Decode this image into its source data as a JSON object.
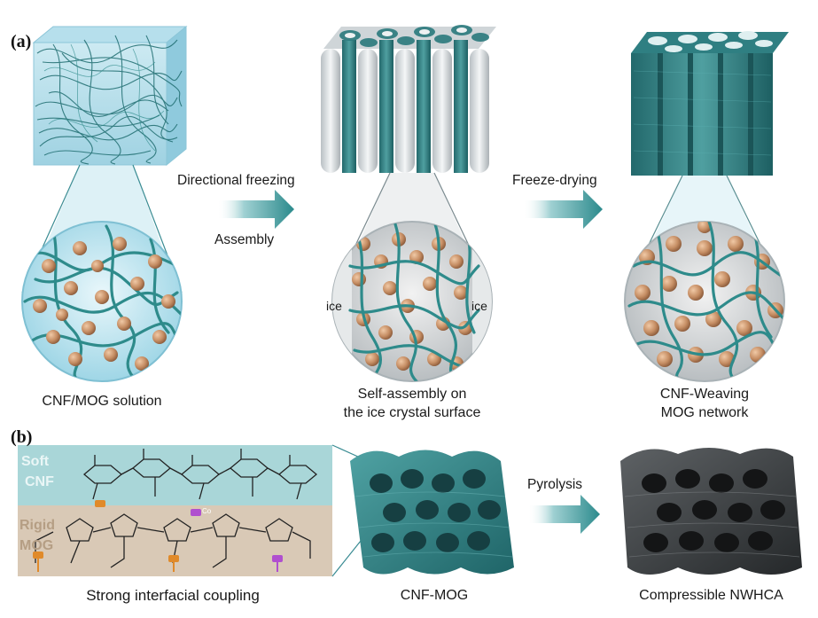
{
  "panel_a": {
    "label": "(a)",
    "arrow1_top": "Directional freezing",
    "arrow1_bottom": "Assembly",
    "arrow2_top": "Freeze-drying",
    "ice_left": "ice",
    "ice_right": "ice",
    "caption1": "CNF/MOG solution",
    "caption2_line1": "Self-assembly on",
    "caption2_line2": "the ice crystal surface",
    "caption3_line1": "CNF-Weaving",
    "caption3_line2": "MOG network"
  },
  "panel_b": {
    "label": "(b)",
    "soft_line1": "Soft",
    "soft_line2": "CNF",
    "rigid_line1": "Rigid",
    "rigid_line2": "MOG",
    "co_label": "Co",
    "arrow_label": "Pyrolysis",
    "caption1": "Strong interfacial coupling",
    "caption2": "CNF-MOG",
    "caption3": "Compressible NWHCA"
  },
  "colors": {
    "teal": "#2e8b8b",
    "teal_dark": "#1f6d70",
    "teal_light": "#bfe4ea",
    "particle": "#c9946b",
    "ice": "#d8dde0",
    "carbon": "#3a3d40",
    "mog_band": "#d9c9b6",
    "cnf_band": "#a9d6d8"
  }
}
